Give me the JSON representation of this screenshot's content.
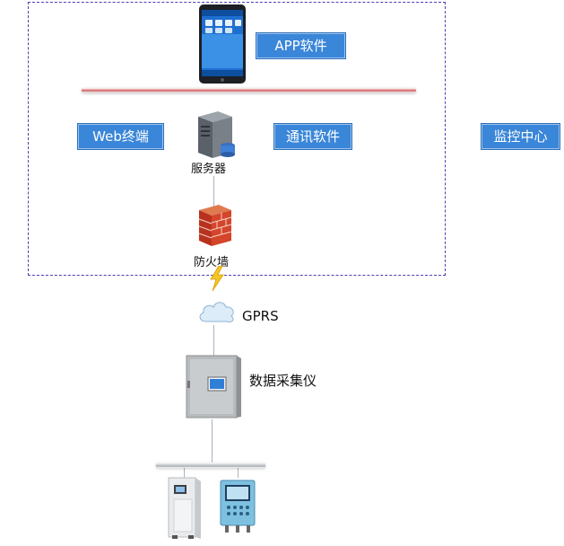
{
  "labels": {
    "app_software": "APP软件",
    "web_terminal": "Web终端",
    "comm_software": "通讯软件",
    "monitor_center": "监控中心"
  },
  "captions": {
    "server": "服务器",
    "firewall": "防火墙",
    "gprs": "GPRS",
    "data_collector": "数据采集仪"
  },
  "colors": {
    "label_bg": "#3a86d8",
    "dashed_border": "#4a3fb5",
    "bus_red": "#c85757"
  }
}
